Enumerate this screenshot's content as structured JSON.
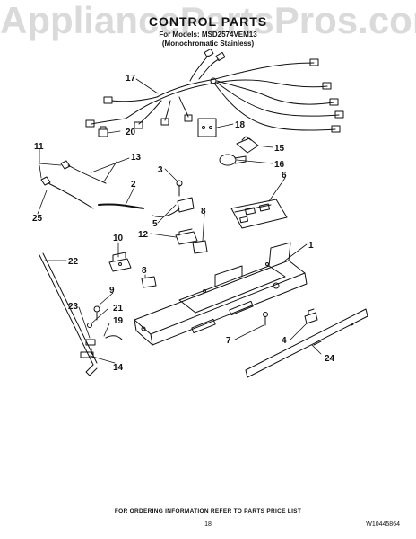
{
  "watermark": "AppliancePartsPros.com",
  "header": {
    "title": "CONTROL PARTS",
    "model_line": "For Models: MSD2574VEM13",
    "variant_line": "(Monochromatic Stainless)"
  },
  "callouts": [
    "17",
    "18",
    "20",
    "15",
    "16",
    "11",
    "13",
    "3",
    "6",
    "2",
    "5",
    "25",
    "8",
    "10",
    "12",
    "1",
    "22",
    "8",
    "9",
    "23",
    "21",
    "19",
    "7",
    "4",
    "14",
    "24"
  ],
  "footer": {
    "ordering_note": "FOR ORDERING INFORMATION REFER TO PARTS PRICE LIST",
    "page_number": "18",
    "document_number": "W10445864"
  },
  "colors": {
    "ink": "#111111",
    "watermark": "#969696",
    "background": "#ffffff"
  }
}
